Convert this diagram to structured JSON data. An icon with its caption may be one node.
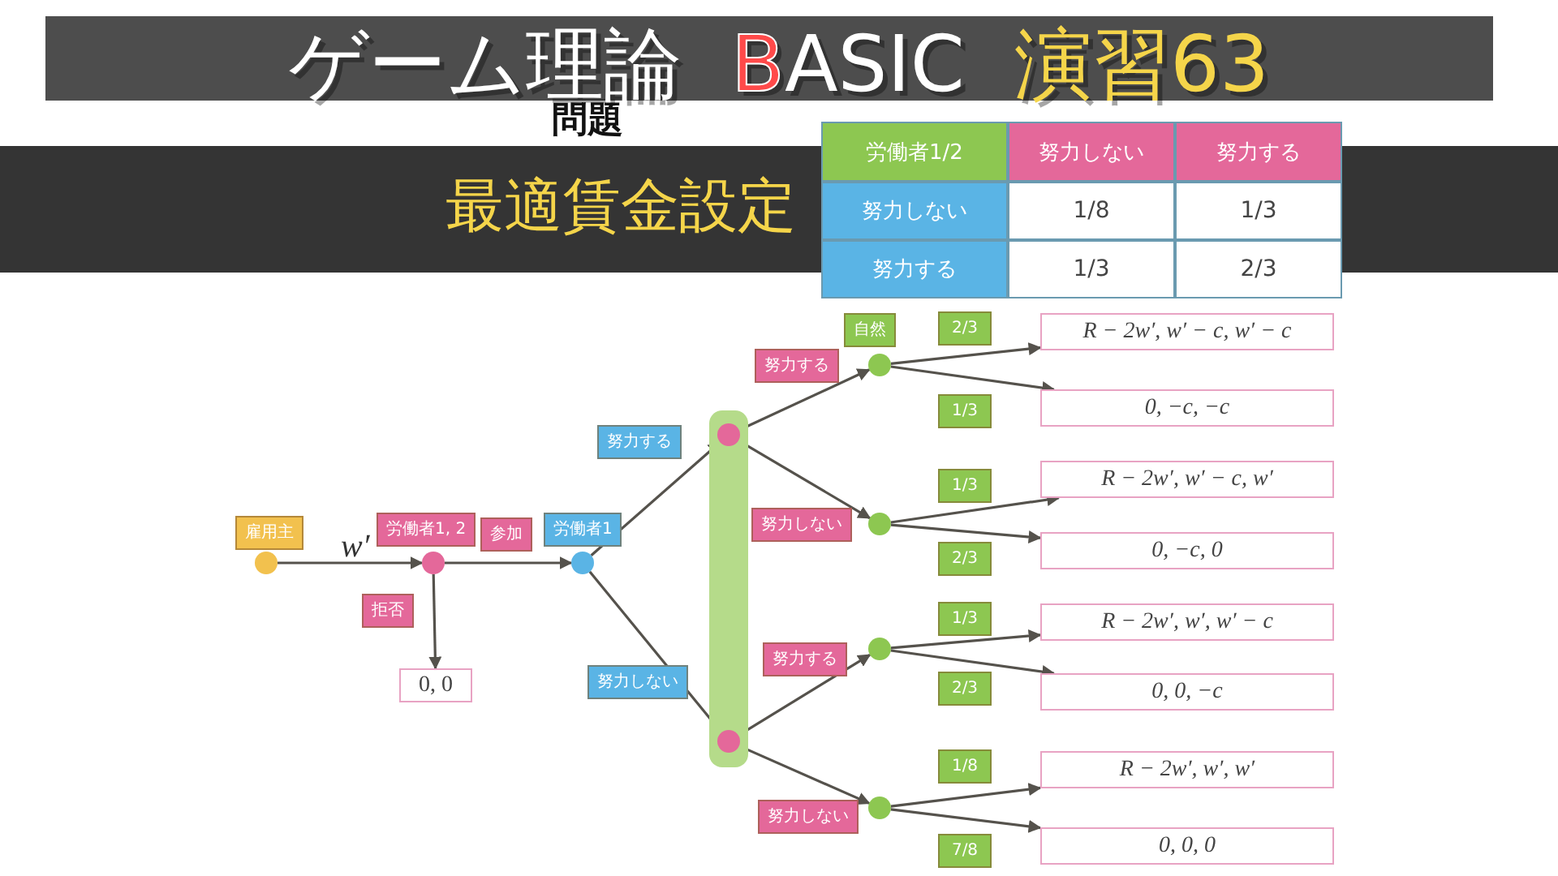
{
  "diagram": {
    "title": "ゲーム理論 BASIC 演習63",
    "nodes": [
      {
        "text": [],
        "shape": "circle",
        "beside": [
          "雇用主"
        ]
      },
      {
        "text": [],
        "shape": "circle",
        "beside": [
          "労働者1, 2"
        ]
      },
      {
        "text": [
          "0, 0"
        ]
      },
      {
        "text": [],
        "shape": "circle",
        "beside": [
          "労働者1"
        ]
      },
      {
        "text": [],
        "shape": "bar"
      },
      {
        "text": [],
        "shape": "circle",
        "in": 4
      },
      {
        "text": [],
        "shape": "circle",
        "in": 4
      },
      {
        "text": [],
        "shape": "circle",
        "beside": [
          "自然"
        ]
      },
      {
        "text": [],
        "shape": "circle"
      },
      {
        "text": [],
        "shape": "circle"
      },
      {
        "text": [],
        "shape": "circle"
      },
      {
        "text": [
          "R − 2w′, w′ − c, w′ − c"
        ]
      },
      {
        "text": [
          "0, −c, −c"
        ]
      },
      {
        "text": [
          "R − 2w′, w′ − c, w′"
        ]
      },
      {
        "text": [
          "0, −c, 0"
        ]
      },
      {
        "text": [
          "R − 2w′, w′, w′ − c"
        ]
      },
      {
        "text": [
          "0, 0, −c"
        ]
      },
      {
        "text": [
          "R − 2w′, w′, w′"
        ]
      },
      {
        "text": [
          "0, 0, 0"
        ]
      }
    ],
    "edges": [
      {
        "from": 0,
        "to": 1,
        "arrow": "to",
        "label": "w′"
      },
      {
        "from": 1,
        "to": 2,
        "arrow": "to",
        "label": "拒否"
      },
      {
        "from": 1,
        "to": 3,
        "arrow": "to",
        "label": "参加"
      },
      {
        "from": 3,
        "to": 5,
        "arrow": "to",
        "label": "努力する"
      },
      {
        "from": 3,
        "to": 6,
        "arrow": "to",
        "label": "努力しない"
      },
      {
        "from": 5,
        "to": 7,
        "arrow": "to",
        "label": "努力する"
      },
      {
        "from": 5,
        "to": 8,
        "arrow": "to",
        "label": "努力しない"
      },
      {
        "from": 6,
        "to": 9,
        "arrow": "to",
        "label": "努力する"
      },
      {
        "from": 6,
        "to": 10,
        "arrow": "to",
        "label": "努力しない"
      },
      {
        "from": 7,
        "to": 11,
        "arrow": "to",
        "label": "2/3"
      },
      {
        "from": 7,
        "to": 12,
        "arrow": "to",
        "label": "1/3"
      },
      {
        "from": 8,
        "to": 13,
        "arrow": "to",
        "label": "1/3"
      },
      {
        "from": 8,
        "to": 14,
        "arrow": "to",
        "label": "2/3"
      },
      {
        "from": 9,
        "to": 15,
        "arrow": "to",
        "label": "1/3"
      },
      {
        "from": 9,
        "to": 16,
        "arrow": "to",
        "label": "2/3"
      },
      {
        "from": 10,
        "to": 17,
        "arrow": "to",
        "label": "1/8"
      },
      {
        "from": 10,
        "to": 18,
        "arrow": "to",
        "label": "7/8"
      }
    ],
    "labels": [
      "問題",
      "労働者1/2",
      "努力しない",
      "努力する",
      "努力しない",
      "1/8",
      "1/3",
      "努力する",
      "1/3",
      "2/3",
      "最適賃金設定"
    ]
  }
}
